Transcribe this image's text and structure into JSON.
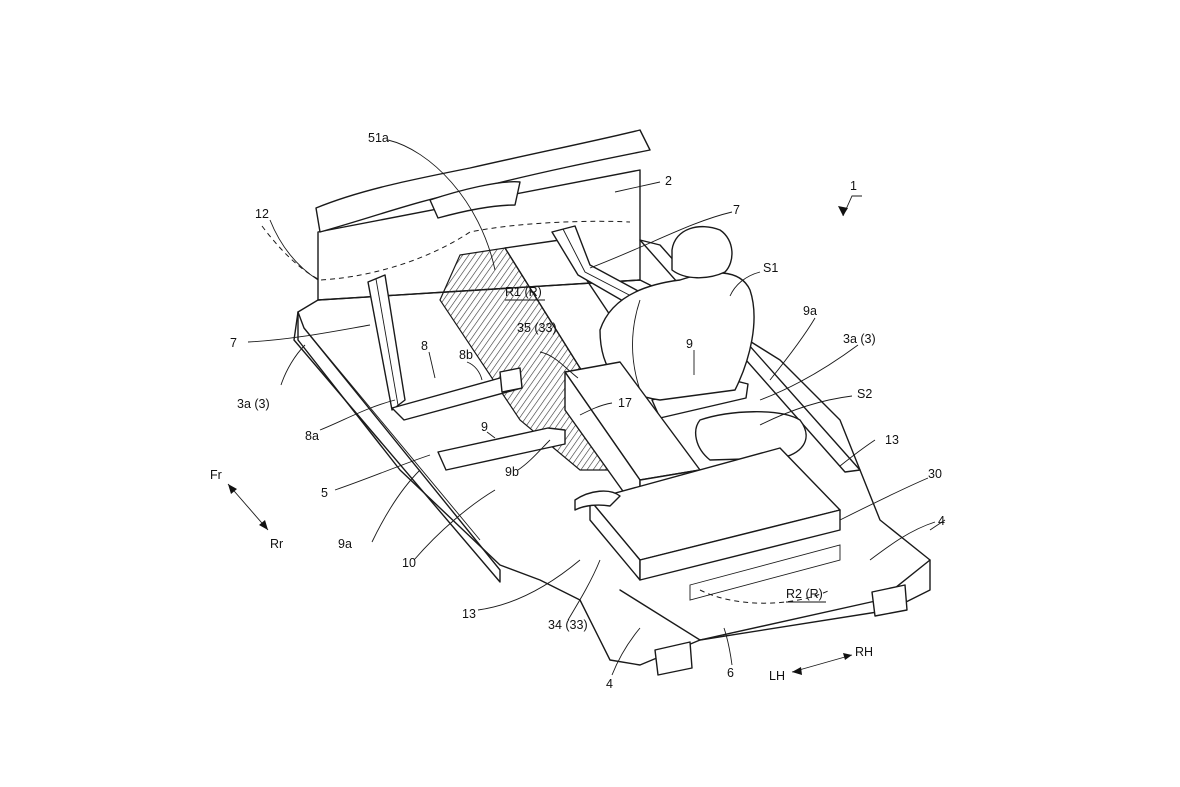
{
  "figure": {
    "labels": {
      "l1": "1",
      "l2": "2",
      "l51a": "51a",
      "l12": "12",
      "l7a": "7",
      "l7b": "7",
      "lR1": "R1 (R)",
      "l35": "35 (33)",
      "lS1": "S1",
      "l9a_r": "9a",
      "l3a_r": "3a (3)",
      "l8": "8",
      "l8b": "8b",
      "l9_top": "9",
      "l3a_l": "3a (3)",
      "l8a": "8a",
      "l17": "17",
      "lS2": "S2",
      "l9_mid": "9",
      "l13_r": "13",
      "lFr": "Fr",
      "lRr": "Rr",
      "l9b": "9b",
      "l5": "5",
      "l30": "30",
      "l9a_l": "9a",
      "l4_r": "4",
      "l10": "10",
      "l13_l": "13",
      "lR2": "R2 (R)",
      "l34": "34 (33)",
      "l4_l": "4",
      "l6": "6",
      "lLH": "LH",
      "lRH": "RH"
    }
  }
}
